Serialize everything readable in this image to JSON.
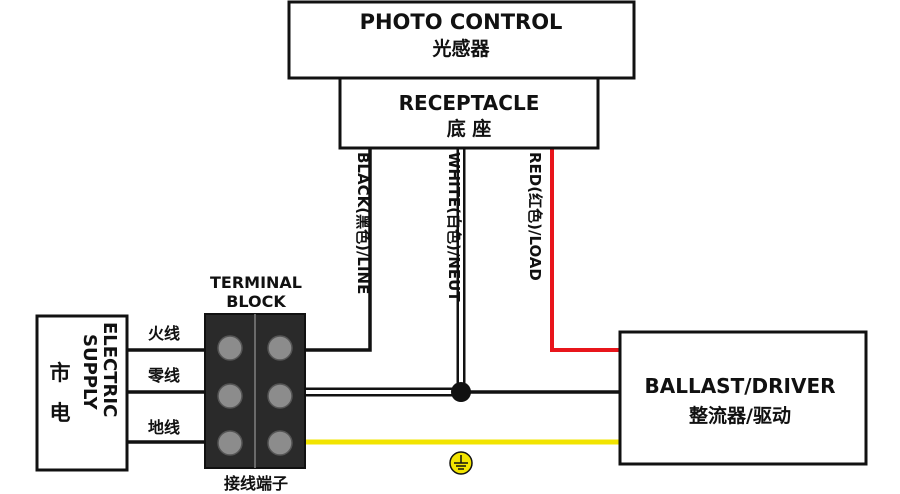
{
  "photo_control": {
    "title_en": "PHOTO CONTROL",
    "title_cn": "光感器"
  },
  "receptacle": {
    "title_en": "RECEPTACLE",
    "title_cn": "底 座"
  },
  "wires": {
    "black": "BLACK(黑色)/LINE",
    "white": "WHITE(白色)/NEUT",
    "red": "RED(红色)/LOAD"
  },
  "terminal_block": {
    "title_line1": "TERMINAL",
    "title_line2": "BLOCK",
    "caption_cn": "接线端子"
  },
  "supply": {
    "label_cn_1": "市",
    "label_cn_2": "电",
    "label_en_1": "ELECTRIC",
    "label_en_2": "SUPPLY",
    "live_cn": "火线",
    "neutral_cn": "零线",
    "ground_cn": "地线"
  },
  "ballast": {
    "title_en": "BALLAST/DRIVER",
    "title_cn": "整流器/驱动"
  },
  "colors": {
    "black_wire": "#111111",
    "red_wire": "#e8151b",
    "yellow_wire": "#f2e400",
    "screw": "#8c8c8c",
    "block": "#2a2a2a"
  }
}
